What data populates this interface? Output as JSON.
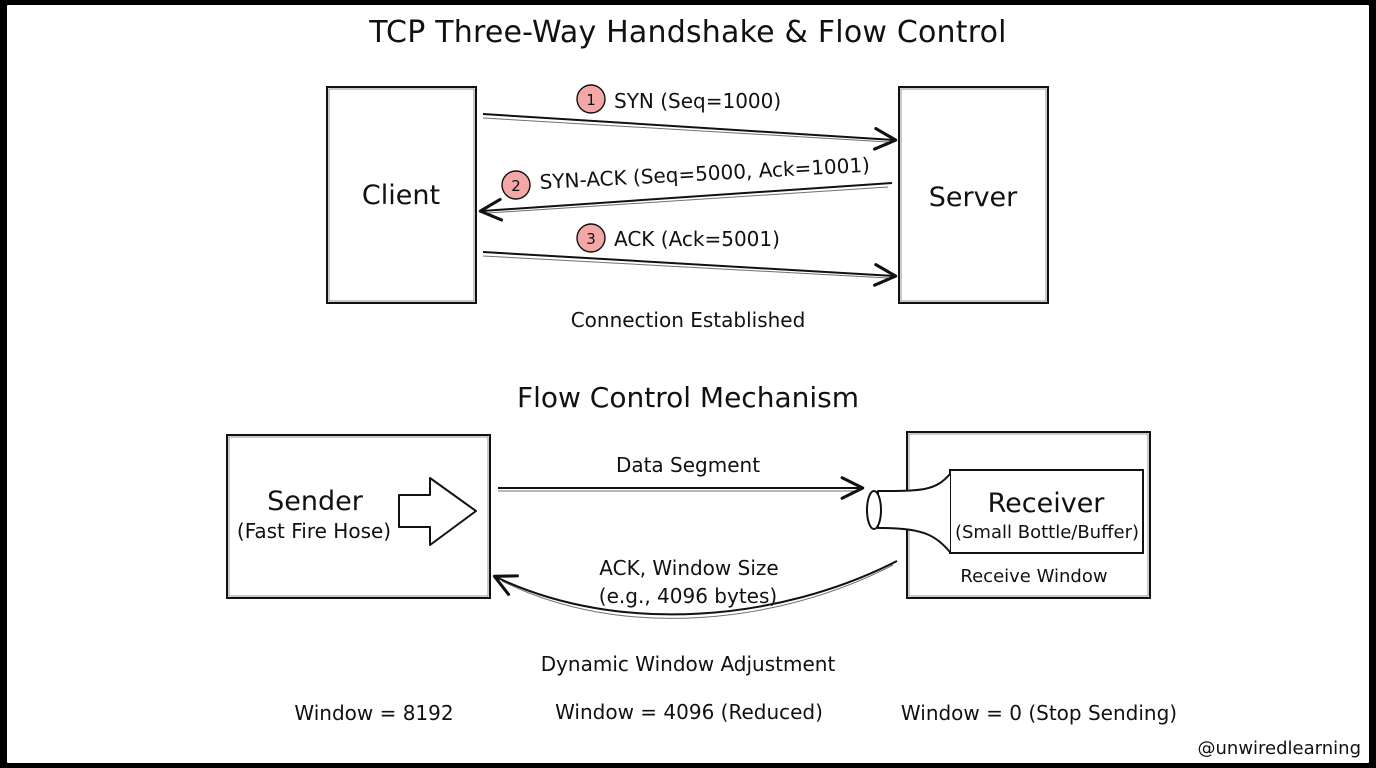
{
  "title": "TCP Three-Way Handshake & Flow Control",
  "handshake": {
    "client_label": "Client",
    "server_label": "Server",
    "steps": [
      {
        "number": "1",
        "label": "SYN (Seq=1000)"
      },
      {
        "number": "2",
        "label": "SYN-ACK (Seq=5000, Ack=1001)"
      },
      {
        "number": "3",
        "label": "ACK (Ack=5001)"
      }
    ],
    "status": "Connection Established"
  },
  "flow_control": {
    "title": "Flow Control Mechanism",
    "sender": {
      "name": "Sender",
      "subtitle": "(Fast Fire Hose)"
    },
    "receiver": {
      "name": "Receiver",
      "subtitle": "(Small Bottle/Buffer)",
      "window_label": "Receive Window"
    },
    "data_segment_label": "Data Segment",
    "ack_label_line1": "ACK, Window Size",
    "ack_label_line2": "(e.g., 4096 bytes)",
    "adjustment_title": "Dynamic Window Adjustment",
    "windows": [
      "Window = 8192",
      "Window = 4096 (Reduced)",
      "Window = 0 (Stop Sending)"
    ]
  },
  "watermark": "@unwiredlearning",
  "colors": {
    "background": "#ffffff",
    "frame": "#000000",
    "ink": "#111111",
    "step_badge": "#f4a7a7"
  }
}
